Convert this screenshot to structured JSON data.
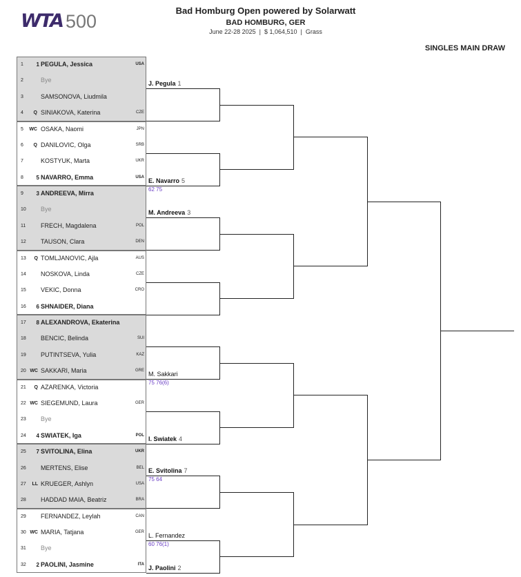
{
  "header": {
    "logo_wta": "WTA",
    "logo_number": "500",
    "title": "Bad Homburg Open powered by Solarwatt",
    "location": "BAD HOMBURG, GER",
    "details": "June 22-28 2025  |  $ 1,064,510  |  Grass",
    "draw_label": "SINGLES MAIN DRAW"
  },
  "colors": {
    "shade": "#dadada",
    "score": "#6a3ec4",
    "logo": "#3d2b6b"
  },
  "draw": [
    {
      "num": "1",
      "seed": "1",
      "entry": "",
      "name": "PEGULA, Jessica",
      "nat": "USA",
      "bold": true
    },
    {
      "num": "2",
      "seed": "",
      "entry": "",
      "name": "Bye",
      "nat": "",
      "bye": true
    },
    {
      "num": "3",
      "seed": "",
      "entry": "",
      "name": "SAMSONOVA, Liudmila",
      "nat": ""
    },
    {
      "num": "4",
      "seed": "",
      "entry": "Q",
      "name": "SINIAKOVA, Katerina",
      "nat": "CZE"
    },
    {
      "num": "5",
      "seed": "",
      "entry": "WC",
      "name": "OSAKA, Naomi",
      "nat": "JPN"
    },
    {
      "num": "6",
      "seed": "",
      "entry": "Q",
      "name": "DANILOVIC, Olga",
      "nat": "SRB"
    },
    {
      "num": "7",
      "seed": "",
      "entry": "",
      "name": "KOSTYUK, Marta",
      "nat": "UKR"
    },
    {
      "num": "8",
      "seed": "5",
      "entry": "",
      "name": "NAVARRO, Emma",
      "nat": "USA",
      "bold": true
    },
    {
      "num": "9",
      "seed": "3",
      "entry": "",
      "name": "ANDREEVA, Mirra",
      "nat": "",
      "bold": true
    },
    {
      "num": "10",
      "seed": "",
      "entry": "",
      "name": "Bye",
      "nat": "",
      "bye": true
    },
    {
      "num": "11",
      "seed": "",
      "entry": "",
      "name": "FRECH, Magdalena",
      "nat": "POL"
    },
    {
      "num": "12",
      "seed": "",
      "entry": "",
      "name": "TAUSON, Clara",
      "nat": "DEN"
    },
    {
      "num": "13",
      "seed": "",
      "entry": "Q",
      "name": "TOMLJANOVIC, Ajla",
      "nat": "AUS"
    },
    {
      "num": "14",
      "seed": "",
      "entry": "",
      "name": "NOSKOVA, Linda",
      "nat": "CZE"
    },
    {
      "num": "15",
      "seed": "",
      "entry": "",
      "name": "VEKIC, Donna",
      "nat": "CRO"
    },
    {
      "num": "16",
      "seed": "6",
      "entry": "",
      "name": "SHNAIDER, Diana",
      "nat": "",
      "bold": true
    },
    {
      "num": "17",
      "seed": "8",
      "entry": "",
      "name": "ALEXANDROVA, Ekaterina",
      "nat": "",
      "bold": true
    },
    {
      "num": "18",
      "seed": "",
      "entry": "",
      "name": "BENCIC, Belinda",
      "nat": "SUI"
    },
    {
      "num": "19",
      "seed": "",
      "entry": "",
      "name": "PUTINTSEVA, Yulia",
      "nat": "KAZ"
    },
    {
      "num": "20",
      "seed": "",
      "entry": "WC",
      "name": "SAKKARI, Maria",
      "nat": "GRE"
    },
    {
      "num": "21",
      "seed": "",
      "entry": "Q",
      "name": "AZARENKA, Victoria",
      "nat": ""
    },
    {
      "num": "22",
      "seed": "",
      "entry": "WC",
      "name": "SIEGEMUND, Laura",
      "nat": "GER"
    },
    {
      "num": "23",
      "seed": "",
      "entry": "",
      "name": "Bye",
      "nat": "",
      "bye": true
    },
    {
      "num": "24",
      "seed": "4",
      "entry": "",
      "name": "SWIATEK, Iga",
      "nat": "POL",
      "bold": true
    },
    {
      "num": "25",
      "seed": "7",
      "entry": "",
      "name": "SVITOLINA, Elina",
      "nat": "UKR",
      "bold": true
    },
    {
      "num": "26",
      "seed": "",
      "entry": "",
      "name": "MERTENS, Elise",
      "nat": "BEL"
    },
    {
      "num": "27",
      "seed": "",
      "entry": "LL",
      "name": "KRUEGER, Ashlyn",
      "nat": "USA"
    },
    {
      "num": "28",
      "seed": "",
      "entry": "",
      "name": "HADDAD MAIA, Beatriz",
      "nat": "BRA"
    },
    {
      "num": "29",
      "seed": "",
      "entry": "",
      "name": "FERNANDEZ, Leylah",
      "nat": "CAN"
    },
    {
      "num": "30",
      "seed": "",
      "entry": "WC",
      "name": "MARIA, Tatjana",
      "nat": "GER"
    },
    {
      "num": "31",
      "seed": "",
      "entry": "",
      "name": "Bye",
      "nat": "",
      "bye": true
    },
    {
      "num": "32",
      "seed": "2",
      "entry": "",
      "name": "PAOLINI, Jasmine",
      "nat": "ITA",
      "bold": true
    }
  ],
  "round2_entries": [
    {
      "match": 1,
      "name": "J. Pegula",
      "seed": "1",
      "score": "",
      "bold": true
    },
    {
      "match": 4,
      "name": "E. Navarro",
      "seed": "5",
      "score": "62 75",
      "bold": true
    },
    {
      "match": 5,
      "name": "M. Andreeva",
      "seed": "3",
      "score": "",
      "bold": true
    },
    {
      "match": 10,
      "name": "M. Sakkari",
      "seed": "",
      "score": "75 76(6)",
      "bold": false
    },
    {
      "match": 12,
      "name": "I. Swiatek",
      "seed": "4",
      "score": "",
      "bold": true
    },
    {
      "match": 13,
      "name": "E. Svitolina",
      "seed": "7",
      "score": "75 64",
      "bold": true
    },
    {
      "match": 15,
      "name": "L. Fernandez",
      "seed": "",
      "score": "60 76(1)",
      "bold": false
    },
    {
      "match": 16,
      "name": "J. Paolini",
      "seed": "2",
      "score": "",
      "bold": true
    }
  ]
}
